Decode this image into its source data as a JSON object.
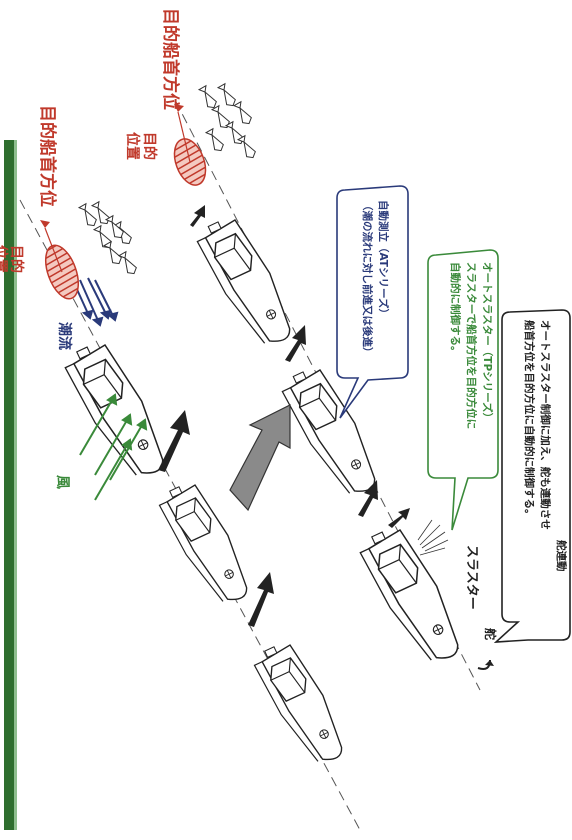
{
  "labels": {
    "target_heading_top": "目的船首方位",
    "target_heading_left": "目的船首方位",
    "target_position_top": "目的\n位置",
    "target_position_left": "目的\n位置",
    "tidal_current": "潮流",
    "wind": "風",
    "thruster": "スラスター",
    "rudder": "舵"
  },
  "callouts": {
    "auto_hold": {
      "title": "自動測立（ATシリーズ）",
      "body": "（潮の流れに対し前進又は後進）"
    },
    "auto_thruster": {
      "title": "オートスラスター（TPシリーズ）",
      "line1": "スラスターで船首方位を目的方位に",
      "line2": "自動的に制御する。"
    },
    "rudder_link": {
      "title": "舵連動",
      "line1": "オートスラスター制御に加え、舵も連動させ",
      "line2": "船首方位を目的方位に自動的に制御する。"
    }
  },
  "colors": {
    "green": "#3a8a3a",
    "red": "#c0392b",
    "navy": "#2a3a7a",
    "frame_green": "#2f6e2f"
  }
}
